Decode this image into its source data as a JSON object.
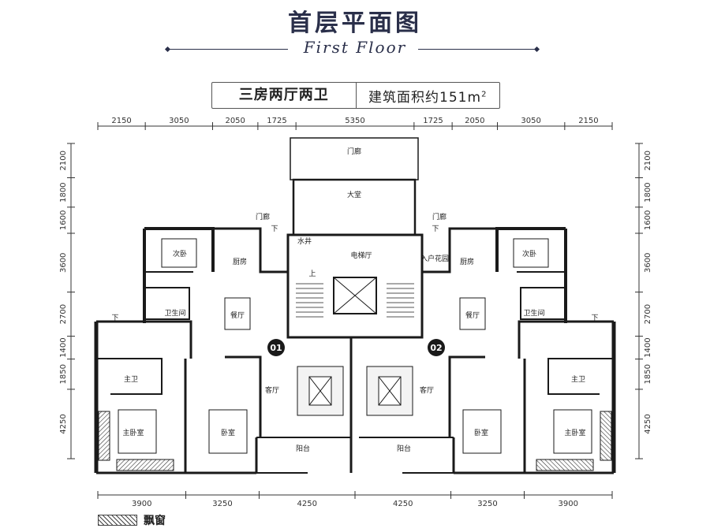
{
  "header": {
    "title": "首层平面图",
    "subtitle": "First Floor"
  },
  "info": {
    "layout": "三房两厅两卫",
    "area_prefix": "建筑面积约151m",
    "area_sup": "2"
  },
  "dimensions": {
    "top": [
      "2150",
      "3050",
      "2050",
      "1725",
      "5350",
      "1725",
      "2050",
      "3050",
      "2150"
    ],
    "bottom": [
      "3900",
      "3250",
      "4250",
      "4250",
      "3250",
      "3900"
    ],
    "left": [
      "2100",
      "1800",
      "1600",
      "3600",
      "2700",
      "1400",
      "1850",
      "4250"
    ],
    "right": [
      "2100",
      "1800",
      "1600",
      "3600",
      "2700",
      "1400",
      "1850",
      "4250"
    ]
  },
  "rooms": {
    "entry_porch": "门廊",
    "lobby": "大堂",
    "porch_left": "门廊",
    "porch_right": "门廊",
    "water_well": "水井",
    "elevator_hall": "电梯厅",
    "entry_garden": "入户花园",
    "bedroom2_left": "次卧",
    "bedroom2_right": "次卧",
    "kitchen_left": "厨房",
    "kitchen_right": "厨房",
    "dining_left": "餐厅",
    "dining_right": "餐厅",
    "bath_left": "卫生间",
    "bath_right": "卫生间",
    "master_bath_left": "主卫",
    "master_bath_right": "主卫",
    "living_left": "客厅",
    "living_right": "客厅",
    "master_left": "主卧室",
    "master_right": "主卧室",
    "bedroom_left": "卧室",
    "bedroom_right": "卧室",
    "balcony_left": "阳台",
    "balcony_right": "阳台"
  },
  "markers": {
    "unit1": "01",
    "unit2": "02",
    "stair_up": "上",
    "down": "下"
  },
  "legend": {
    "label": "飘窗"
  }
}
